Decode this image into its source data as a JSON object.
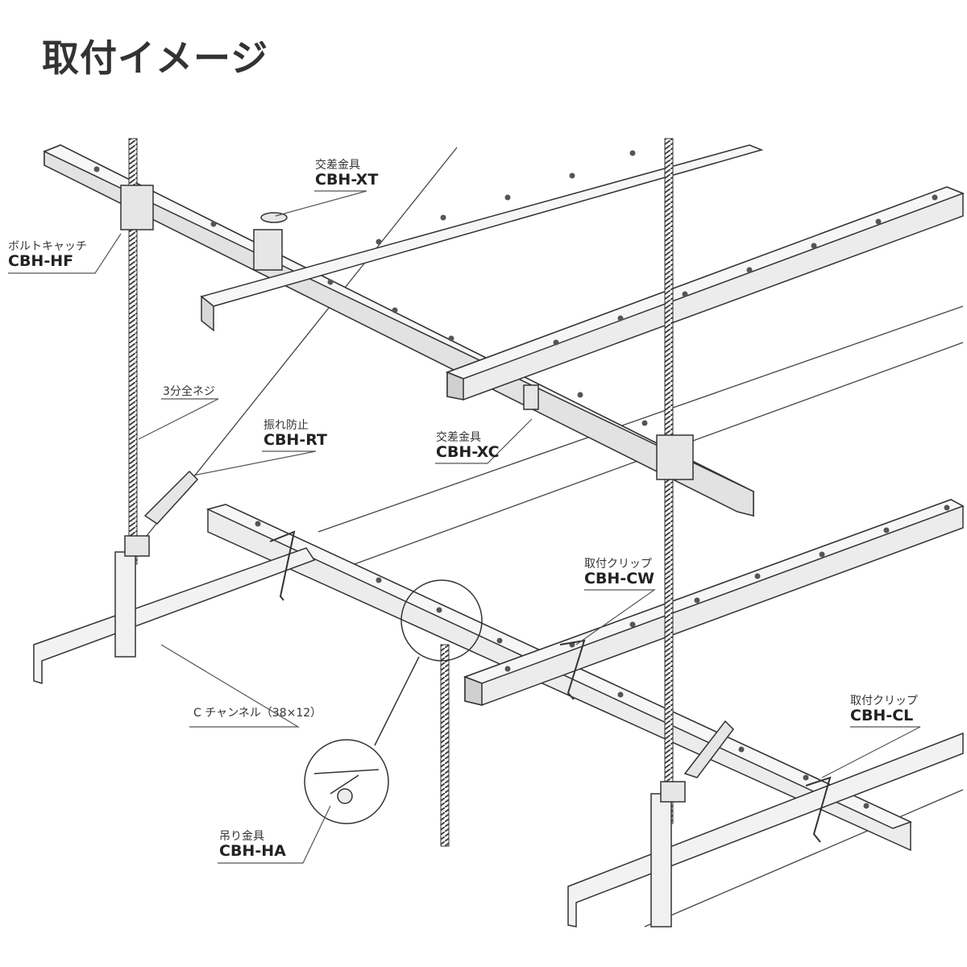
{
  "title": "取付イメージ",
  "callouts": {
    "bolt_catch": {
      "name": "ボルトキャッチ",
      "code": "CBH-HF"
    },
    "cross_xt": {
      "name": "交差金具",
      "code": "CBH-XT"
    },
    "threaded_rod": {
      "name": "3分全ネジ"
    },
    "anti_sway": {
      "name": "振れ防止",
      "code": "CBH-RT"
    },
    "cross_xc": {
      "name": "交差金具",
      "code": "CBH-XC"
    },
    "clip_cw": {
      "name": "取付クリップ",
      "code": "CBH-CW"
    },
    "c_channel": {
      "name": "C チャンネル（38×12）"
    },
    "hanger_ha": {
      "name": "吊り金具",
      "code": "CBH-HA"
    },
    "clip_cl": {
      "name": "取付クリップ",
      "code": "CBH-CL"
    }
  },
  "colors": {
    "line": "#333333",
    "rail_face": "#ececec",
    "rail_top": "#f6f6f6",
    "rod": "#555555"
  }
}
